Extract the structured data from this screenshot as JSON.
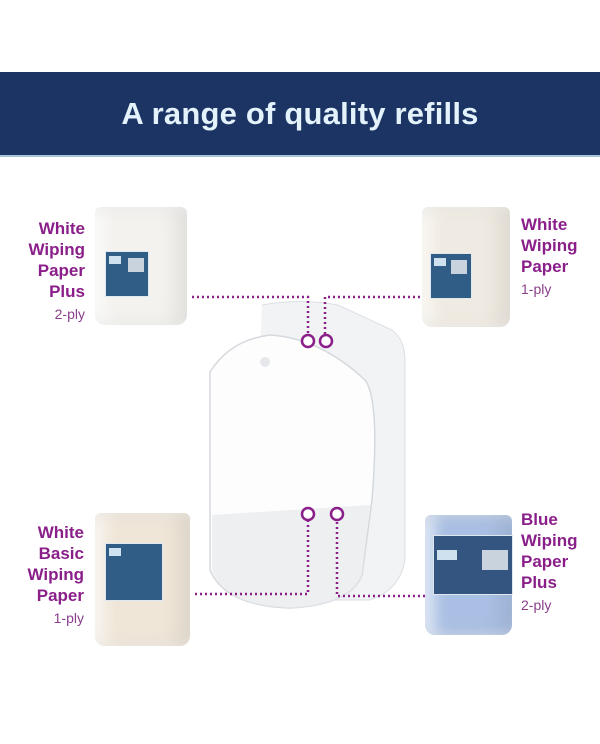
{
  "header": {
    "title": "A range of quality refills"
  },
  "products": [
    {
      "name": "White Wiping Paper Plus",
      "lines": [
        "White",
        "Wiping",
        "Paper",
        "Plus"
      ],
      "ply": "2-ply"
    },
    {
      "name": "White Wiping Paper",
      "lines": [
        "White",
        "Wiping",
        "Paper"
      ],
      "ply": "1-ply"
    },
    {
      "name": "White Basic Wiping Paper",
      "lines": [
        "White",
        "Basic",
        "Wiping",
        "Paper"
      ],
      "ply": "1-ply"
    },
    {
      "name": "Blue Wiping Paper Plus",
      "lines": [
        "Blue",
        "Wiping",
        "Paper",
        "Plus"
      ],
      "ply": "2-ply"
    }
  ],
  "colors": {
    "banner": "#1b3463",
    "title": "#e3f2fb",
    "accent": "#8a1f8a",
    "blue_roll": "#a9bfe3"
  }
}
